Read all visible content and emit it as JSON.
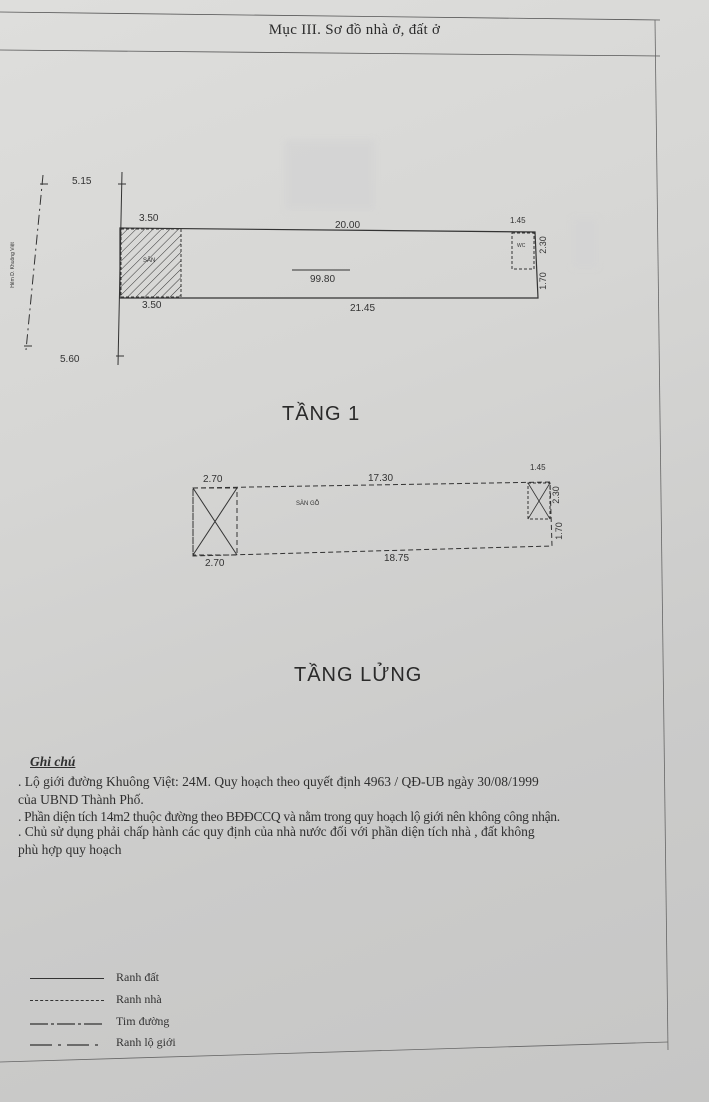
{
  "document": {
    "title": "Mục III. Sơ đồ nhà ở, đất ở"
  },
  "floor1": {
    "label": "TẦNG 1",
    "dims": {
      "top_left_width": "5.15",
      "bottom_left_width": "5.60",
      "top_san_width": "3.50",
      "top_length": "20.00",
      "top_right": "1.45",
      "right_side_upper": "2.30",
      "right_side_lower": "1.70",
      "bottom_san_width": "3.50",
      "bottom_length": "21.45",
      "area": "99.80"
    },
    "labels": {
      "san": "SÂN",
      "wc": "WC",
      "street": "Hẻm D. Khuông Việt"
    }
  },
  "mezzanine": {
    "label": "TẦNG LỬNG",
    "dims": {
      "top_left": "2.70",
      "top_length": "17.30",
      "top_right": "1.45",
      "right_side_upper": "2.30",
      "right_side_lower": "1.70",
      "bottom_left": "2.70",
      "bottom_length": "18.75"
    },
    "labels": {
      "san_go": "SÀN GỖ"
    }
  },
  "notes": {
    "heading": "Ghi chú",
    "lines": [
      ". Lộ giới đường Khuông Việt: 24M. Quy hoạch theo quyết định 4963 / QĐ-UB ngày 30/08/1999",
      "của UBND Thành Phố.",
      ". Phần diện tích 14m2 thuộc đường theo BĐĐCCQ và nằm trong quy hoạch lộ giới nên không công nhận.",
      ". Chủ sử dụng phải chấp hành các quy định của nhà nước đối với phần diện tích nhà , đất không",
      "phù hợp quy hoạch"
    ]
  },
  "legend": [
    {
      "label": "Ranh đất",
      "style": "solid"
    },
    {
      "label": "Ranh nhà",
      "style": "dashed"
    },
    {
      "label": "Tim đường",
      "style": "dashdot"
    },
    {
      "label": "Ranh lộ giới",
      "style": "dashdot"
    }
  ]
}
